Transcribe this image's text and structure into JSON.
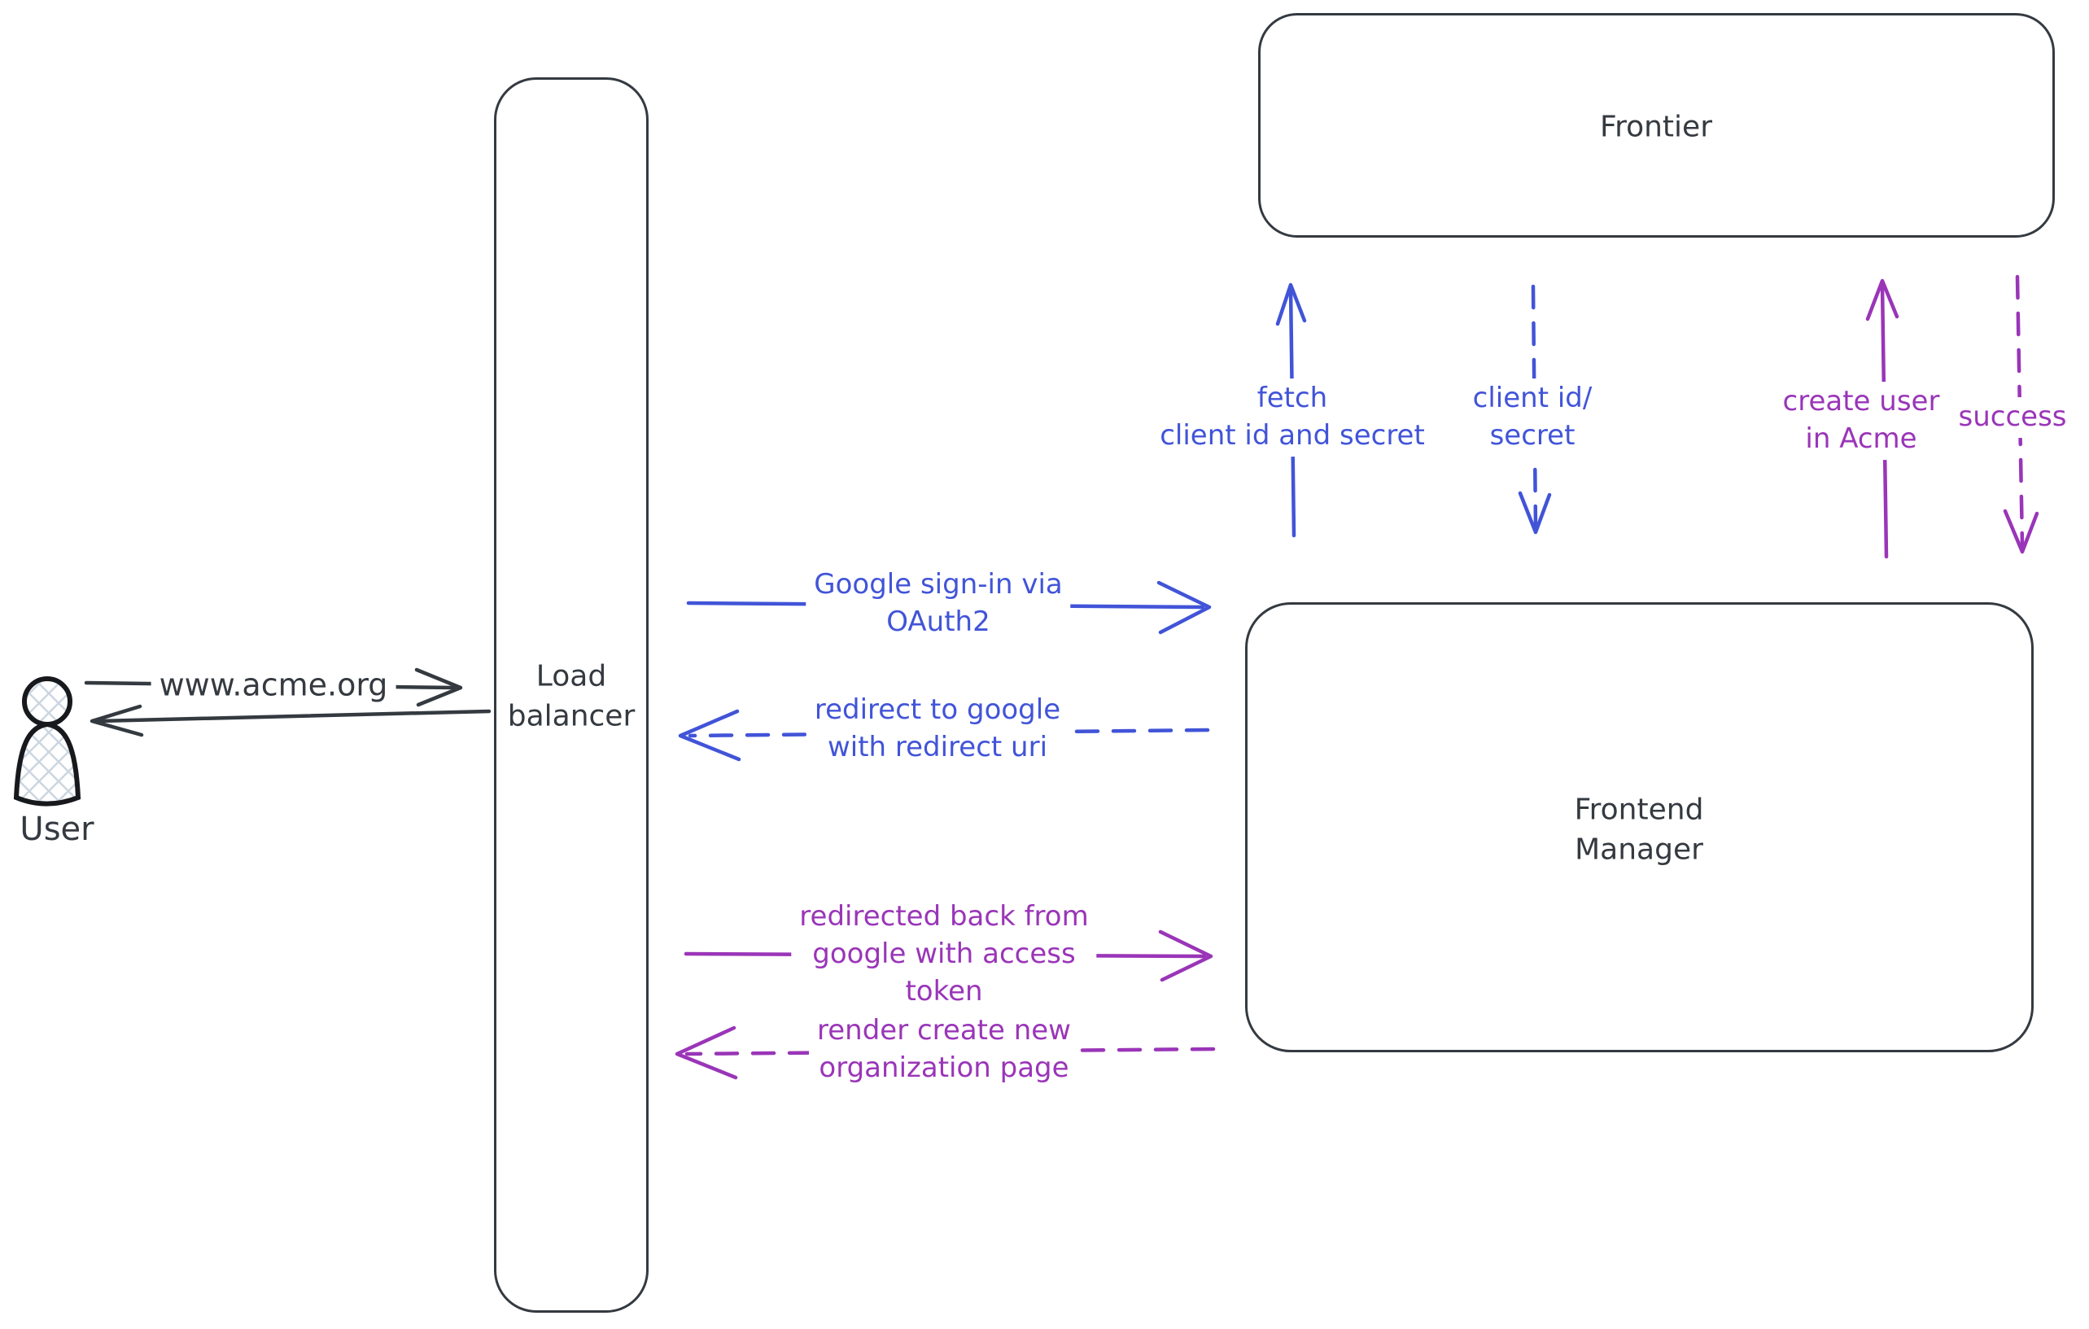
{
  "diagram_type": "hand-drawn architecture / sequence diagram",
  "colors": {
    "ink": "#343a40",
    "blue": "#4154d8",
    "purple": "#9a35b8",
    "figure_hatch": "#ccd6e0"
  },
  "nodes": {
    "user": {
      "label": "User",
      "shape": "person-figure"
    },
    "load_balancer": {
      "label": "Load\nbalancer",
      "shape": "rounded-rectangle"
    },
    "frontier": {
      "label": "Frontier",
      "shape": "rounded-rectangle"
    },
    "frontend_manager": {
      "label": "Frontend\nManager",
      "shape": "rounded-rectangle"
    }
  },
  "edges": {
    "www_acme": {
      "label": "www.acme.org",
      "style": "solid",
      "color": "ink",
      "from": "user",
      "to": "load_balancer",
      "direction": "right"
    },
    "lb_response": {
      "label": "",
      "style": "solid",
      "color": "ink",
      "from": "load_balancer",
      "to": "user",
      "direction": "left"
    },
    "google_signin": {
      "label": "Google sign-in via\nOAuth2",
      "style": "solid",
      "color": "blue",
      "from": "load_balancer",
      "to": "frontend_manager",
      "direction": "right"
    },
    "redirect_google": {
      "label": "redirect to google\nwith redirect uri",
      "style": "dashed",
      "color": "blue",
      "from": "frontend_manager",
      "to": "load_balancer",
      "direction": "left"
    },
    "redirected_back": {
      "label": "redirected back from\ngoogle with access\ntoken",
      "style": "solid",
      "color": "purple",
      "from": "load_balancer",
      "to": "frontend_manager",
      "direction": "right"
    },
    "render_org_page": {
      "label": "render create new\norganization page",
      "style": "dashed",
      "color": "purple",
      "from": "frontend_manager",
      "to": "load_balancer",
      "direction": "left"
    },
    "fetch_client": {
      "label": "fetch\nclient id and secret",
      "style": "solid",
      "color": "blue",
      "from": "frontend_manager",
      "to": "frontier",
      "direction": "up"
    },
    "client_id_secret": {
      "label": "client id/\nsecret",
      "style": "dashed",
      "color": "blue",
      "from": "frontier",
      "to": "frontend_manager",
      "direction": "down"
    },
    "create_user": {
      "label": "create user\nin Acme",
      "style": "solid",
      "color": "purple",
      "from": "frontend_manager",
      "to": "frontier",
      "direction": "up"
    },
    "success": {
      "label": "success",
      "style": "dashed",
      "color": "purple",
      "from": "frontier",
      "to": "frontend_manager",
      "direction": "down"
    }
  }
}
